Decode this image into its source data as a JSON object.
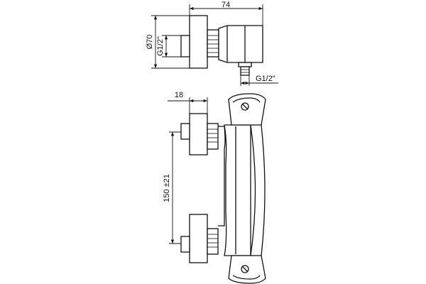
{
  "dimensions": {
    "width_top": "74",
    "diameter": "Ø70",
    "thread_inlet": "G1/2\"",
    "thread_outlet": "G1/2\"",
    "depth": "18",
    "center_distance": "150 ±21"
  }
}
